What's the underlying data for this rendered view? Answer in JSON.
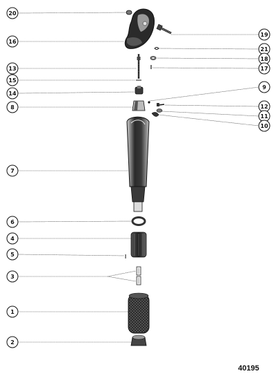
{
  "callouts": [
    {
      "id": "20",
      "label": "20"
    },
    {
      "id": "16",
      "label": "16"
    },
    {
      "id": "13",
      "label": "13"
    },
    {
      "id": "15",
      "label": "15"
    },
    {
      "id": "14",
      "label": "14"
    },
    {
      "id": "8",
      "label": "8"
    },
    {
      "id": "7",
      "label": "7"
    },
    {
      "id": "6",
      "label": "6"
    },
    {
      "id": "4",
      "label": "4"
    },
    {
      "id": "5",
      "label": "5"
    },
    {
      "id": "3",
      "label": "3"
    },
    {
      "id": "1",
      "label": "1"
    },
    {
      "id": "2",
      "label": "2"
    },
    {
      "id": "19",
      "label": "19"
    },
    {
      "id": "21",
      "label": "21"
    },
    {
      "id": "18",
      "label": "18"
    },
    {
      "id": "17",
      "label": "17"
    },
    {
      "id": "9",
      "label": "9"
    },
    {
      "id": "12",
      "label": "12"
    },
    {
      "id": "11",
      "label": "11"
    },
    {
      "id": "10",
      "label": "10"
    }
  ],
  "drawing_number": "40195",
  "colors": {
    "ink": "#111111",
    "part_dark": "#2a2a2a",
    "part_mid": "#8a8a8a",
    "part_light": "#d8d8d8"
  }
}
